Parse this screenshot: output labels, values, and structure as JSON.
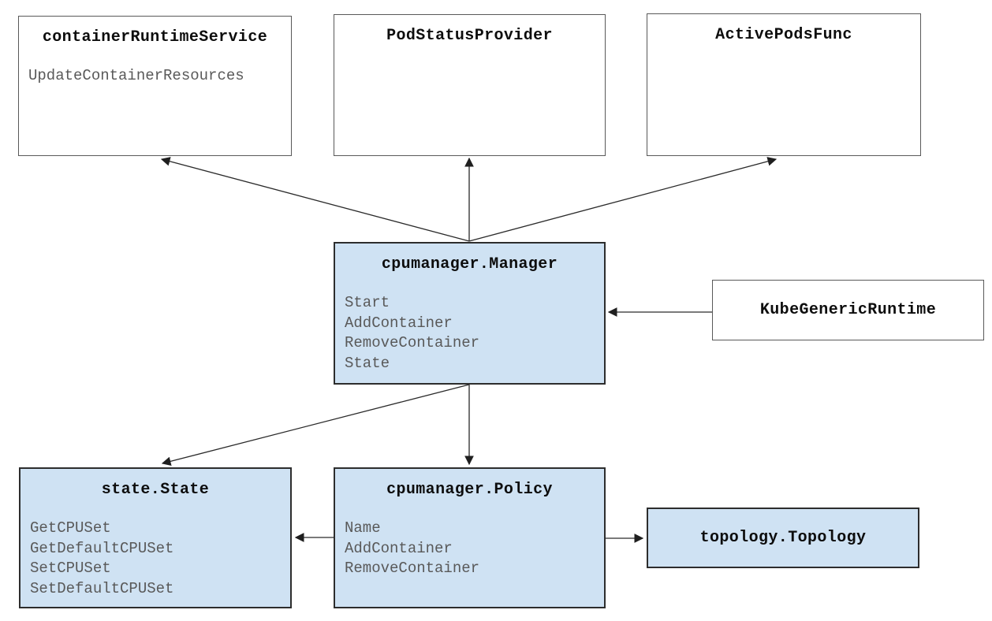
{
  "diagram": {
    "description": "CPU Manager architecture class diagram",
    "colors": {
      "box_fill_white": "#ffffff",
      "box_fill_blue": "#cfe2f3",
      "box_border_white": "#595959",
      "box_border_blue": "#2d2d2d",
      "title_text": "#0d0d0d",
      "method_text": "#595959",
      "arrow": "#1f1f1f",
      "background": "#ffffff"
    },
    "boxes": {
      "container_runtime_service": {
        "title": "containerRuntimeService",
        "methods": [
          "UpdateContainerResources"
        ]
      },
      "pod_status_provider": {
        "title": "PodStatusProvider",
        "methods": []
      },
      "active_pods_func": {
        "title": "ActivePodsFunc",
        "methods": []
      },
      "cpumanager_manager": {
        "title": "cpumanager.Manager",
        "methods": [
          "Start",
          "AddContainer",
          "RemoveContainer",
          "State"
        ]
      },
      "kube_generic_runtime": {
        "title": "KubeGenericRuntime",
        "methods": []
      },
      "state_state": {
        "title": "state.State",
        "methods": [
          "GetCPUSet",
          "GetDefaultCPUSet",
          "SetCPUSet",
          "SetDefaultCPUSet"
        ]
      },
      "cpumanager_policy": {
        "title": "cpumanager.Policy",
        "methods": [
          "Name",
          "AddContainer",
          "RemoveContainer"
        ]
      },
      "topology_topology": {
        "title": "topology.Topology",
        "methods": []
      }
    },
    "edges": [
      {
        "from": "cpumanager_manager",
        "to": "container_runtime_service"
      },
      {
        "from": "cpumanager_manager",
        "to": "pod_status_provider"
      },
      {
        "from": "cpumanager_manager",
        "to": "active_pods_func"
      },
      {
        "from": "kube_generic_runtime",
        "to": "cpumanager_manager"
      },
      {
        "from": "cpumanager_manager",
        "to": "state_state"
      },
      {
        "from": "cpumanager_manager",
        "to": "cpumanager_policy"
      },
      {
        "from": "cpumanager_policy",
        "to": "state_state"
      },
      {
        "from": "cpumanager_policy",
        "to": "topology_topology"
      }
    ]
  }
}
